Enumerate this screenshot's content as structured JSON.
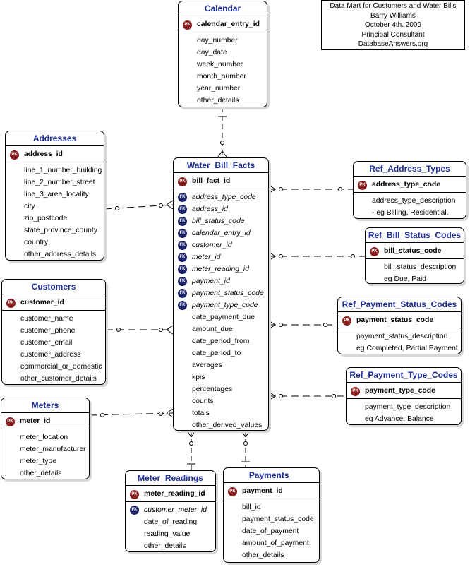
{
  "note": {
    "lines": [
      "Data Mart for Customers and Water Bills",
      "Barry Williams",
      "October 4th. 2009",
      "Principal Consultant",
      "DatabaseAnswers.org"
    ]
  },
  "badges": {
    "pk": "PK",
    "fk": "FK"
  },
  "entities": {
    "calendar": {
      "title": "Calendar",
      "fields": [
        {
          "name": "calendar_entry_id",
          "key": "pk"
        },
        {
          "name": "day_number"
        },
        {
          "name": "day_date"
        },
        {
          "name": "week_number"
        },
        {
          "name": "month_number"
        },
        {
          "name": "year_number"
        },
        {
          "name": "other_details"
        }
      ]
    },
    "addresses": {
      "title": "Addresses",
      "fields": [
        {
          "name": "address_id",
          "key": "pk"
        },
        {
          "name": "line_1_number_building"
        },
        {
          "name": "line_2_number_street"
        },
        {
          "name": "line_3_area_locality"
        },
        {
          "name": "city"
        },
        {
          "name": "zip_postcode"
        },
        {
          "name": "state_province_county"
        },
        {
          "name": "country"
        },
        {
          "name": "other_address_details"
        }
      ]
    },
    "customers": {
      "title": "Customers",
      "fields": [
        {
          "name": "customer_id",
          "key": "pk"
        },
        {
          "name": "customer_name"
        },
        {
          "name": "customer_phone"
        },
        {
          "name": "customer_email"
        },
        {
          "name": "customer_address"
        },
        {
          "name": "commercial_or_domestic"
        },
        {
          "name": "other_customer_details"
        }
      ]
    },
    "meters": {
      "title": "Meters",
      "fields": [
        {
          "name": "meter_id",
          "key": "pk"
        },
        {
          "name": "meter_location"
        },
        {
          "name": "meter_manufacturer"
        },
        {
          "name": "meter_type"
        },
        {
          "name": "other_details"
        }
      ]
    },
    "water_bill_facts": {
      "title": "Water_Bill_Facts",
      "fields": [
        {
          "name": "bill_fact_id",
          "key": "pk"
        },
        {
          "name": "address_type_code",
          "key": "fk"
        },
        {
          "name": "address_id",
          "key": "fk"
        },
        {
          "name": "bill_status_code",
          "key": "fk"
        },
        {
          "name": "calendar_entry_id",
          "key": "fk"
        },
        {
          "name": "customer_id",
          "key": "fk"
        },
        {
          "name": "meter_id",
          "key": "fk"
        },
        {
          "name": "meter_reading_id",
          "key": "fk"
        },
        {
          "name": "payment_id",
          "key": "fk"
        },
        {
          "name": "payment_status_code",
          "key": "fk"
        },
        {
          "name": "payment_type_code",
          "key": "fk"
        },
        {
          "name": "date_payment_due"
        },
        {
          "name": "amount_due"
        },
        {
          "name": "date_period_from"
        },
        {
          "name": "date_period_to"
        },
        {
          "name": "averages"
        },
        {
          "name": "kpis"
        },
        {
          "name": "percentages"
        },
        {
          "name": "counts"
        },
        {
          "name": "totals"
        },
        {
          "name": "other_derived_values"
        }
      ]
    },
    "ref_address_types": {
      "title": "Ref_Address_Types",
      "fields": [
        {
          "name": "address_type_code",
          "key": "pk"
        },
        {
          "name": "address_type_description"
        },
        {
          "name": "- eg Billing, Residential."
        }
      ]
    },
    "ref_bill_status_codes": {
      "title": "Ref_Bill_Status_Codes",
      "fields": [
        {
          "name": "bill_status_code",
          "key": "pk"
        },
        {
          "name": "bill_status_description"
        },
        {
          "name": "eg Due, Paid"
        }
      ]
    },
    "ref_payment_status_codes": {
      "title": "Ref_Payment_Status_Codes",
      "fields": [
        {
          "name": "payment_status_code",
          "key": "pk"
        },
        {
          "name": "payment_status_description"
        },
        {
          "name": "eg Completed, Partial Payment"
        }
      ]
    },
    "ref_payment_type_codes": {
      "title": "Ref_Payment_Type_Codes",
      "fields": [
        {
          "name": "payment_type_code",
          "key": "pk"
        },
        {
          "name": "payment_type_description"
        },
        {
          "name": "eg Advance, Balance"
        }
      ]
    },
    "meter_readings": {
      "title": "Meter_Readings",
      "fields": [
        {
          "name": "meter_reading_id",
          "key": "pk"
        },
        {
          "name": "customer_meter_id",
          "key": "fk"
        },
        {
          "name": "date_of_reading"
        },
        {
          "name": "reading_value"
        },
        {
          "name": "other_details"
        }
      ]
    },
    "payments": {
      "title": "Payments_",
      "fields": [
        {
          "name": "payment_id",
          "key": "pk"
        },
        {
          "name": "bill_id"
        },
        {
          "name": "payment_status_code"
        },
        {
          "name": "date_of_payment"
        },
        {
          "name": "amount_of_payment"
        },
        {
          "name": "other_details"
        }
      ]
    }
  }
}
